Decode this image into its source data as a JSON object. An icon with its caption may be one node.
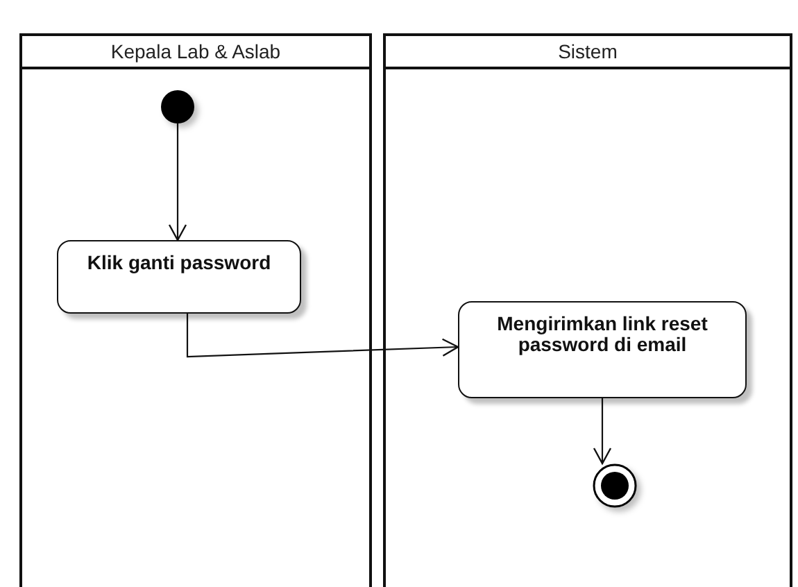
{
  "diagram": {
    "nodes": [
      {
        "text": [
          "Kepala Lab & Aslab"
        ]
      },
      {
        "text": [
          "Sistem"
        ]
      },
      {
        "text": [],
        "shape": "circle",
        "in": 0
      },
      {
        "text": [
          "Klik ganti password"
        ],
        "in": 0
      },
      {
        "text": [
          "Mengirimkan link reset password di email"
        ],
        "in": 1
      },
      {
        "text": [],
        "shape": "bullseye",
        "in": 1
      }
    ],
    "edges": [
      {
        "from": 2,
        "to": 3,
        "arrow": "to"
      },
      {
        "from": 3,
        "to": 4,
        "arrow": "to"
      },
      {
        "from": 4,
        "to": 5,
        "arrow": "to"
      }
    ]
  }
}
